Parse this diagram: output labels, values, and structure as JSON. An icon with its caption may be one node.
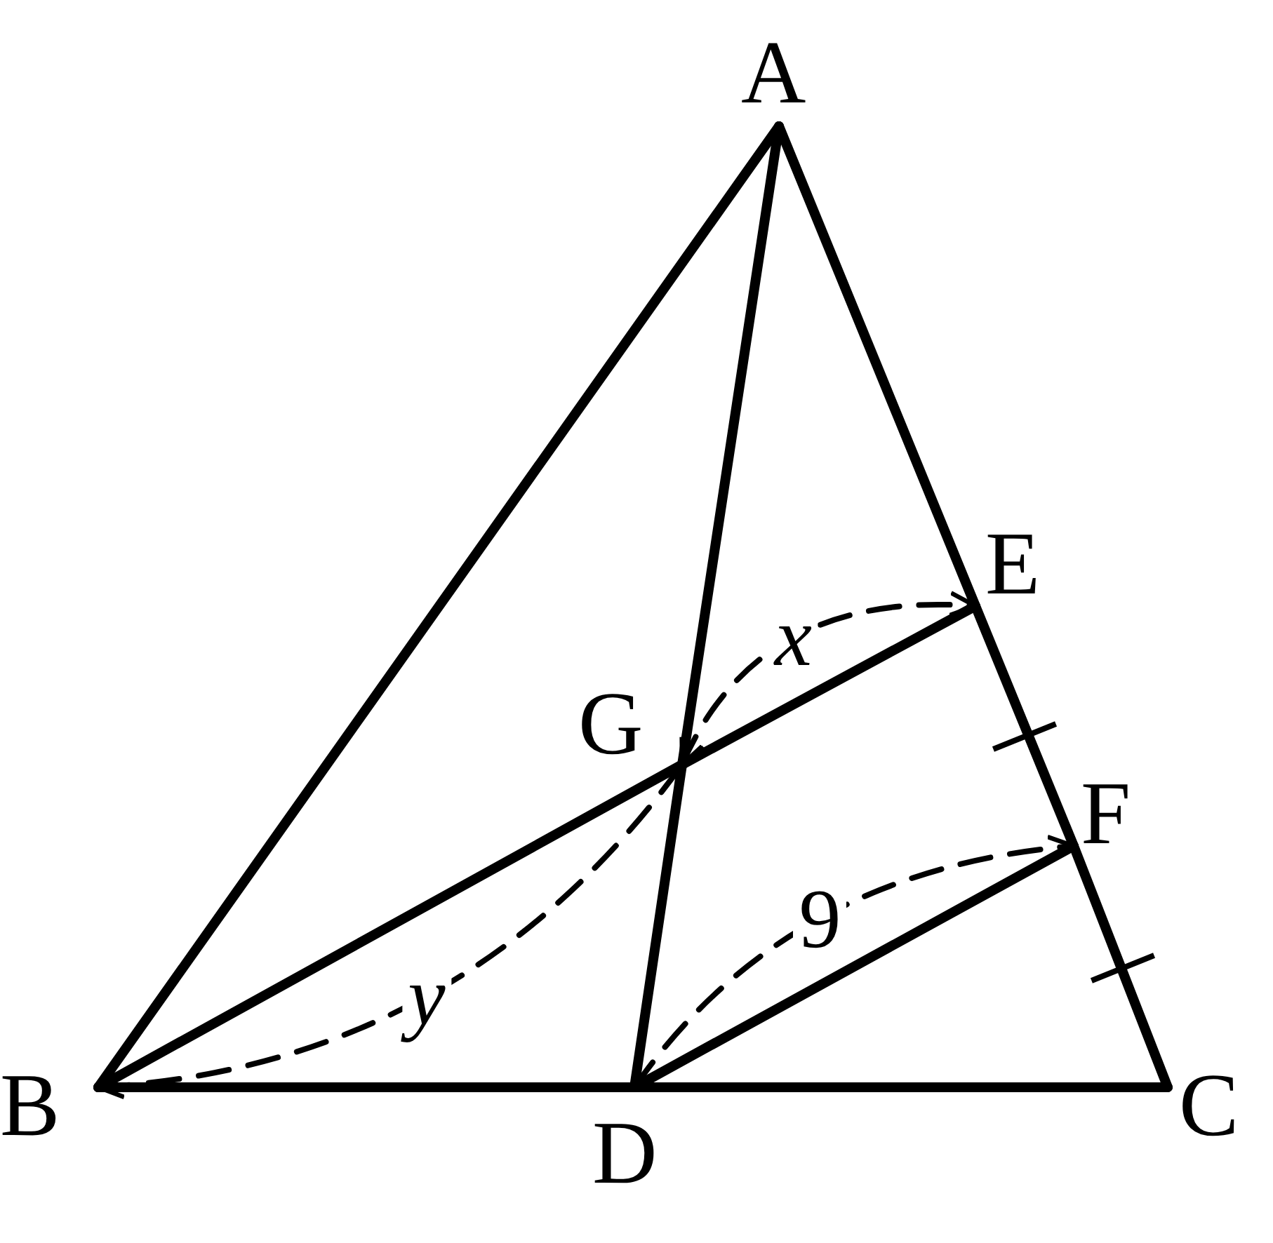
{
  "diagram": {
    "nodes": [
      {
        "text": [
          "A"
        ]
      },
      {
        "text": [
          "E"
        ]
      },
      {
        "text": [
          "G"
        ]
      },
      {
        "text": [
          "F"
        ]
      },
      {
        "text": [
          "B"
        ]
      },
      {
        "text": [
          "D"
        ]
      },
      {
        "text": [
          "C"
        ]
      }
    ],
    "edges": [
      {
        "from": 0,
        "to": 4,
        "arrow": "none"
      },
      {
        "from": 0,
        "to": 1,
        "arrow": "none"
      },
      {
        "from": 1,
        "to": 3,
        "arrow": "none"
      },
      {
        "from": 3,
        "to": 6,
        "arrow": "none"
      },
      {
        "from": 0,
        "to": 2,
        "arrow": "none"
      },
      {
        "from": 2,
        "to": 5,
        "arrow": "none"
      },
      {
        "from": 4,
        "to": 2,
        "arrow": "none"
      },
      {
        "from": 2,
        "to": 1,
        "arrow": "none"
      },
      {
        "from": 4,
        "to": 5,
        "arrow": "none"
      },
      {
        "from": 5,
        "to": 6,
        "arrow": "none"
      },
      {
        "from": 5,
        "to": 3,
        "arrow": "none"
      },
      {
        "from": 2,
        "to": 1,
        "arrow": "both",
        "style": "dashed",
        "label": "*x*"
      },
      {
        "from": 4,
        "to": 2,
        "arrow": "both",
        "style": "dashed",
        "label": "*y*"
      },
      {
        "from": 5,
        "to": 3,
        "arrow": "both",
        "style": "dashed",
        "label": "9"
      }
    ]
  }
}
